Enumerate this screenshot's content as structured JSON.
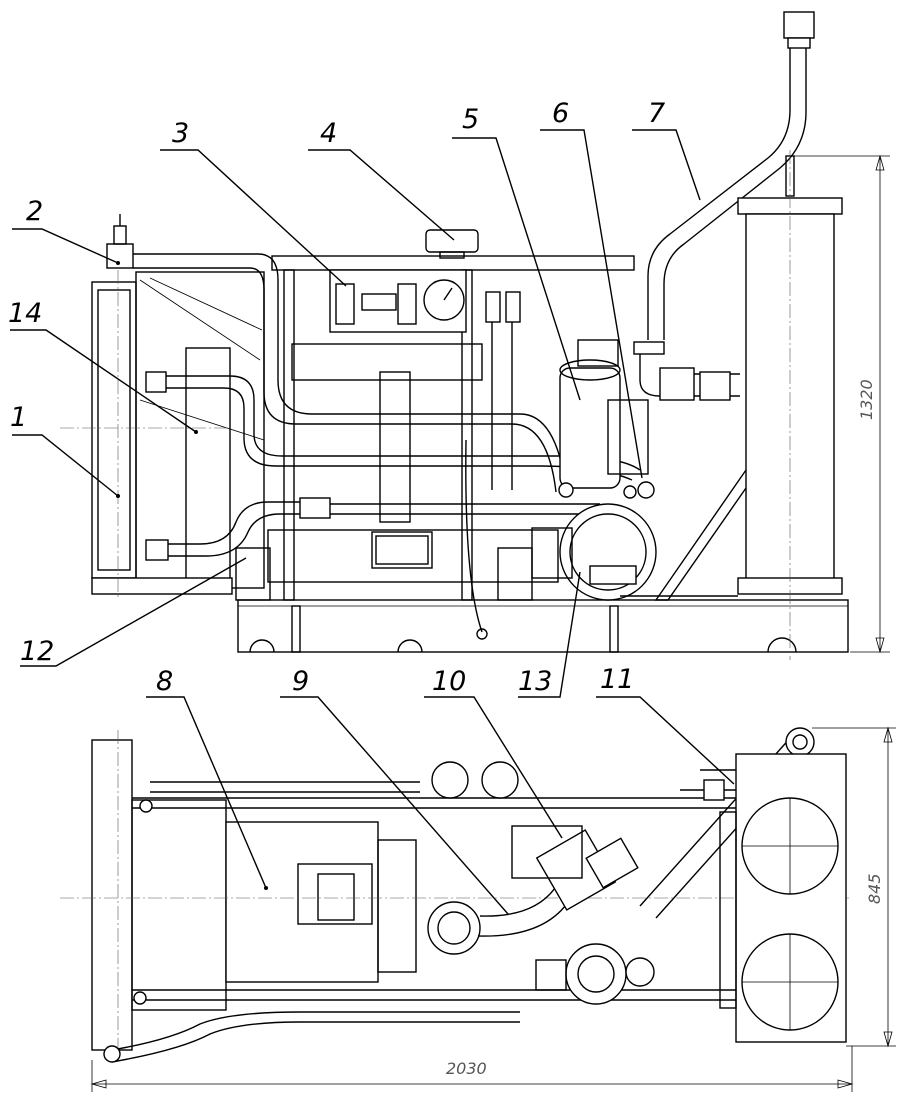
{
  "callouts": [
    {
      "id": "1",
      "label": "1"
    },
    {
      "id": "2",
      "label": "2"
    },
    {
      "id": "3",
      "label": "3"
    },
    {
      "id": "4",
      "label": "4"
    },
    {
      "id": "5",
      "label": "5"
    },
    {
      "id": "6",
      "label": "6"
    },
    {
      "id": "7",
      "label": "7"
    },
    {
      "id": "8",
      "label": "8"
    },
    {
      "id": "9",
      "label": "9"
    },
    {
      "id": "10",
      "label": "10"
    },
    {
      "id": "11",
      "label": "11"
    },
    {
      "id": "12",
      "label": "12"
    },
    {
      "id": "13",
      "label": "13"
    },
    {
      "id": "14",
      "label": "14"
    }
  ],
  "dimensions": {
    "height_side": "1320",
    "width_top": "845",
    "length": "2030"
  }
}
